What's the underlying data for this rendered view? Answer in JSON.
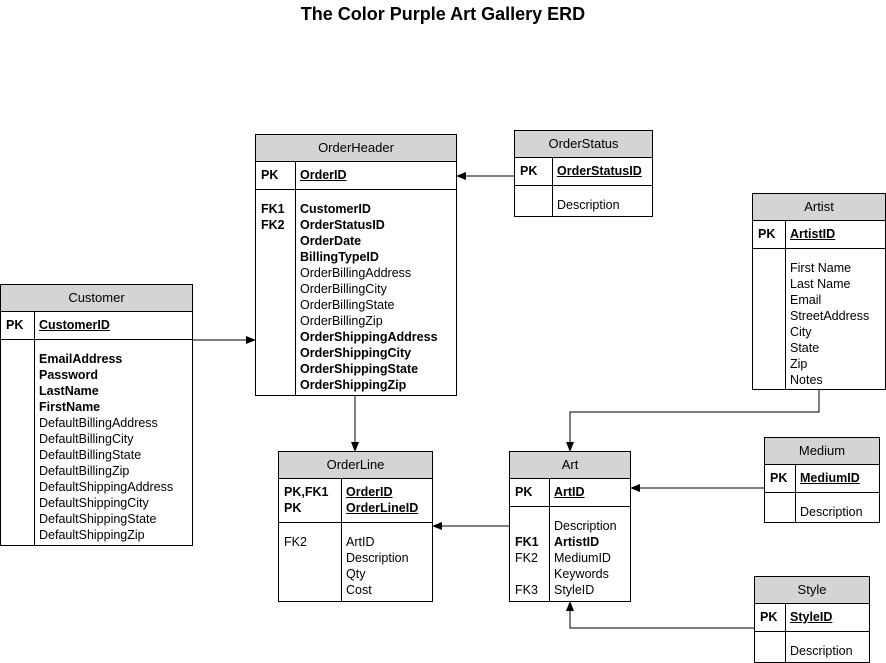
{
  "title": "The Color Purple Art Gallery ERD",
  "entities": {
    "orderheader": {
      "name": "OrderHeader",
      "pk": [
        {
          "key": "PK",
          "field": "OrderID"
        }
      ],
      "fields": [
        {
          "key": "FK1",
          "field": "CustomerID",
          "bold": true
        },
        {
          "key": "FK2",
          "field": "OrderStatusID",
          "bold": true
        },
        {
          "key": "",
          "field": "OrderDate",
          "bold": true
        },
        {
          "key": "",
          "field": "BillingTypeID",
          "bold": true
        },
        {
          "key": "",
          "field": "OrderBillingAddress",
          "bold": false
        },
        {
          "key": "",
          "field": "OrderBillingCity",
          "bold": false
        },
        {
          "key": "",
          "field": "OrderBillingState",
          "bold": false
        },
        {
          "key": "",
          "field": "OrderBillingZip",
          "bold": false
        },
        {
          "key": "",
          "field": "OrderShippingAddress",
          "bold": true
        },
        {
          "key": "",
          "field": "OrderShippingCity",
          "bold": true
        },
        {
          "key": "",
          "field": "OrderShippingState",
          "bold": true
        },
        {
          "key": "",
          "field": "OrderShippingZip",
          "bold": true
        }
      ]
    },
    "orderstatus": {
      "name": "OrderStatus",
      "pk": [
        {
          "key": "PK",
          "field": "OrderStatusID"
        }
      ],
      "fields": [
        {
          "key": "",
          "field": "Description",
          "bold": false
        }
      ]
    },
    "artist": {
      "name": "Artist",
      "pk": [
        {
          "key": "PK",
          "field": "ArtistID"
        }
      ],
      "fields": [
        {
          "key": "",
          "field": "First Name",
          "bold": false
        },
        {
          "key": "",
          "field": "Last Name",
          "bold": false
        },
        {
          "key": "",
          "field": "Email",
          "bold": false
        },
        {
          "key": "",
          "field": "StreetAddress",
          "bold": false
        },
        {
          "key": "",
          "field": "City",
          "bold": false
        },
        {
          "key": "",
          "field": "State",
          "bold": false
        },
        {
          "key": "",
          "field": "Zip",
          "bold": false
        },
        {
          "key": "",
          "field": "Notes",
          "bold": false
        }
      ]
    },
    "customer": {
      "name": "Customer",
      "pk": [
        {
          "key": "PK",
          "field": "CustomerID"
        }
      ],
      "fields": [
        {
          "key": "",
          "field": "EmailAddress",
          "bold": true
        },
        {
          "key": "",
          "field": "Password",
          "bold": true
        },
        {
          "key": "",
          "field": "LastName",
          "bold": true
        },
        {
          "key": "",
          "field": "FirstName",
          "bold": true
        },
        {
          "key": "",
          "field": "DefaultBillingAddress",
          "bold": false
        },
        {
          "key": "",
          "field": "DefaultBillingCity",
          "bold": false
        },
        {
          "key": "",
          "field": "DefaultBillingState",
          "bold": false
        },
        {
          "key": "",
          "field": "DefaultBillingZip",
          "bold": false
        },
        {
          "key": "",
          "field": "DefaultShippingAddress",
          "bold": false
        },
        {
          "key": "",
          "field": "DefaultShippingCity",
          "bold": false
        },
        {
          "key": "",
          "field": "DefaultShippingState",
          "bold": false
        },
        {
          "key": "",
          "field": "DefaultShippingZip",
          "bold": false
        }
      ]
    },
    "orderline": {
      "name": "OrderLine",
      "pk": [
        {
          "key": "PK,FK1",
          "field": "OrderID"
        },
        {
          "key": "PK",
          "field": "OrderLineID"
        }
      ],
      "fields": [
        {
          "key": "FK2",
          "field": "ArtID",
          "bold": false
        },
        {
          "key": "",
          "field": "Description",
          "bold": false
        },
        {
          "key": "",
          "field": "Qty",
          "bold": false
        },
        {
          "key": "",
          "field": "Cost",
          "bold": false
        }
      ]
    },
    "art": {
      "name": "Art",
      "pk": [
        {
          "key": "PK",
          "field": "ArtID"
        }
      ],
      "fields": [
        {
          "key": "",
          "field": "Description",
          "bold": false
        },
        {
          "key": "FK1",
          "field": "ArtistID",
          "bold": true
        },
        {
          "key": "FK2",
          "field": "MediumID",
          "bold": false
        },
        {
          "key": "",
          "field": "Keywords",
          "bold": false
        },
        {
          "key": "FK3",
          "field": "StyleID",
          "bold": false
        }
      ]
    },
    "medium": {
      "name": "Medium",
      "pk": [
        {
          "key": "PK",
          "field": "MediumID"
        }
      ],
      "fields": [
        {
          "key": "",
          "field": "Description",
          "bold": false
        }
      ]
    },
    "style": {
      "name": "Style",
      "pk": [
        {
          "key": "PK",
          "field": "StyleID"
        }
      ],
      "fields": [
        {
          "key": "",
          "field": "Description",
          "bold": false
        }
      ]
    }
  }
}
